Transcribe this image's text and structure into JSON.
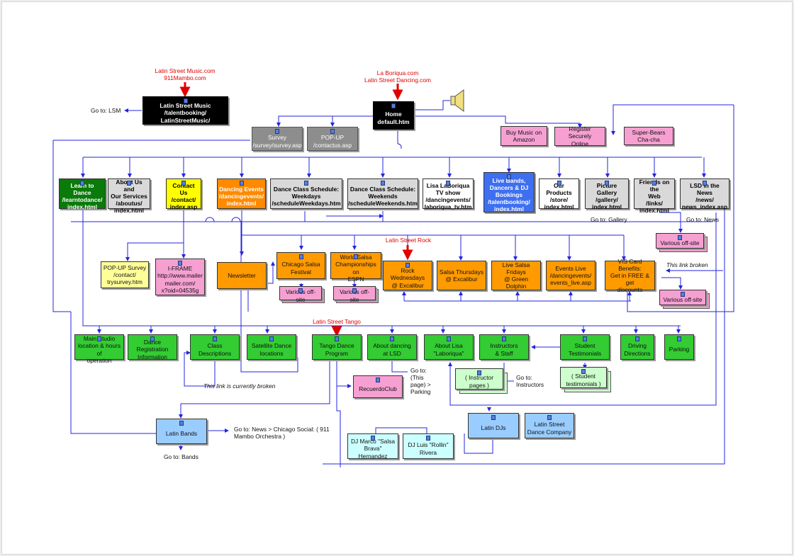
{
  "nodes": {
    "lsm": "Latin Street Music\n/talentbooking/\nLatinStreetMusic/",
    "home": "Home\ndefault.htm",
    "survey": "Survey\n/survey/survey.asp",
    "popup": "POP-UP\n/contactus.asp",
    "buy_music": "Buy Music on\nAmazon",
    "register": "Register Securely\nOnline",
    "super_bears": "Super-Bears\nCha-cha",
    "learn": "Learn to Dance\n/learntodance/\nindex.html",
    "about": "About Us and\nOur Services\n/aboutus/\nindex.html",
    "contact": "Contact Us\n/contact/\nindex.asp",
    "dancing_events": "Dancing Events\n/dancingevents/\nindex.html",
    "weekdays": "Dance Class Schedule:\nWeekdays\n/scheduleWeekdays.htm",
    "weekends": "Dance Class Schedule:\nWeekends\n/scheduleWeekends.htm",
    "tv": "Lisa LaBoriqua\nTV show\n/dancingevents/\nlaboriqua_tv.htm",
    "live_bands": "Live Bands,\nDancers & DJ\nBookings\n/talentbooking/\nindex.html",
    "products": "Our Products\n/store/\nindex.html",
    "gallery": "Picture Gallery\n/gallery/\nindex.html",
    "friends": "Friends on the\nWeb\n/links/\nindex.html",
    "news": "LSD in the News\n/news/\nnews_index.asp",
    "various_news": "Various off-site",
    "popup_survey": "POP-UP Survey\n/contact/\ntrysurvey.htm",
    "iframe": "I-FRAME\nhttp://www.mailer\nmailer.com/\nx?oid=04535g",
    "newsletter": "Newsletter",
    "chicago": "Chicago Salsa\nFestival",
    "world": "World Salsa\nChampionships on\nESPN",
    "various_chicago": "Various off-site",
    "various_world": "Various off-site",
    "rock": "Rock Wednesdays\n@ Excalibur",
    "salsa_thu": "Salsa Thursdays\n@ Excalibur",
    "live_fri": "Live Salsa Fridays\n@ Green Dolphin",
    "events_live": "Events Live\n/dancingevents/\nevents_live.asp",
    "vis": "VIS Card Benefits:\nGet in FREE & get\ndiscounts",
    "various_vis": "Various off-site",
    "main_studio": "Main Studio\nlocation & hours of\noperation",
    "registration": "Dance\nRegistration\nInformation",
    "class_desc": "Class\nDescriptions",
    "satellite": "Satellite Dance\nlocations",
    "tango": "Tango Dance\nProgram",
    "about_dancing": "About dancing\nat LSD",
    "about_lisa": "About Lisa\n\"Laboriqua\"",
    "instructors": "Instructors\n& Staff",
    "testimonials": "Student\nTestimonials",
    "directions": "Driving\nDirections",
    "parking": "Parking",
    "instructor_pages": "( Instructor pages )",
    "student_testimonials": "( Student\ntestimonials )",
    "recuerdo": "RecuerdoClub",
    "latin_bands": "Latin Bands",
    "latin_djs": "Latin DJs",
    "company": "Latin Street\nDance Company",
    "dj_marco": "DJ Marco \"Salsa\nBrava\" Hernandez",
    "dj_luis": "DJ Luis \"Rollin\"\nRivera"
  },
  "notes": {
    "lsm_domains": "Latin Street Music.com\n911Mambo.com",
    "home_domains": "La Boriqua.com\nLatin Street Dancing.com",
    "rock_label": "Latin Street Rock",
    "tango_label": "Latin Street Tango",
    "goto_lsm": "Go to: LSM",
    "goto_gallery": "Go to: Gallery",
    "goto_news": "Go to: News",
    "broken_vis": "This link broken",
    "broken_class": "This link is currently broken",
    "goto_parking": "Go to:\n(This\npage) >\nParking",
    "goto_instructors": "Go to:\nInstructors",
    "goto_chicago_social": "Go to: News > Chicago Social: ( 911\nMambo Orchestra )",
    "goto_bands": "Go to: Bands"
  },
  "colors": {
    "link": "#2424e0",
    "arrow": "#e00000"
  },
  "icons": {
    "speaker": "speaker-icon",
    "page": "page-icon"
  }
}
